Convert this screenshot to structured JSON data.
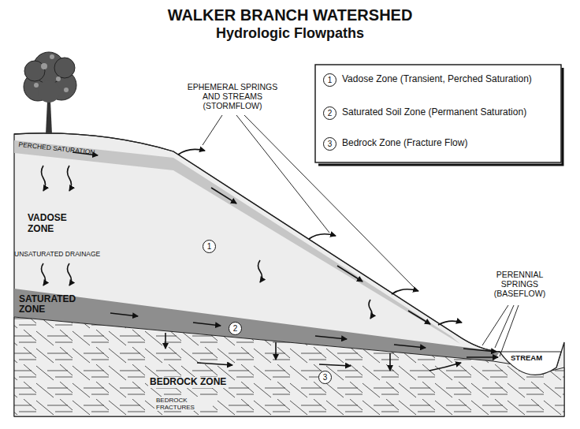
{
  "diagram": {
    "title": "WALKER BRANCH WATERSHED",
    "labels": [
      "Hydrologic Flowpaths",
      "1",
      "2",
      "3",
      "EPHEMERAL SPRINGS AND STREAMS (STORMFLOW)",
      "PERCHED SATURATION",
      "VADOSE ZONE",
      "1",
      "UNSATURATED DRAINAGE",
      "SATURATED ZONE",
      "2",
      "PERENNIAL SPRINGS (BASEFLOW)",
      "STREAM",
      "3",
      "BEDROCK ZONE",
      "BEDROCK FRACTURES"
    ],
    "legend": [
      {
        "text": "Vadose Zone (Transient, Perched Saturation)"
      },
      {
        "text": "Saturated Soil Zone (Permanent Saturation)"
      },
      {
        "text": "Bedrock Zone (Fracture Flow)"
      }
    ]
  }
}
